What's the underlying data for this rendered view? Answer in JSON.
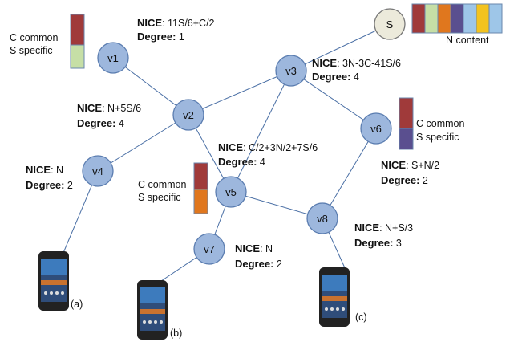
{
  "nodes": {
    "S": "S",
    "v1": "v1",
    "v2": "v2",
    "v3": "v3",
    "v4": "v4",
    "v5": "v5",
    "v6": "v6",
    "v7": "v7",
    "v8": "v8"
  },
  "nice_key": "NICE",
  "degree_key": "Degree:",
  "labels": {
    "v1": {
      "nice": ": 11S/6+C/2",
      "degree": " 1"
    },
    "v2": {
      "nice": ": N+5S/6",
      "degree": " 4"
    },
    "v3": {
      "nice": ": 3N-3C-41S/6",
      "degree": " 4"
    },
    "v4": {
      "nice": ": N",
      "degree": " 2"
    },
    "v5": {
      "nice": ": C/2+3N/2+7S/6",
      "degree": " 4"
    },
    "v6": {
      "nice": ": S+N/2",
      "degree": " 2"
    },
    "v7": {
      "nice": ": N",
      "degree": " 2"
    },
    "v8": {
      "nice": ": N+S/3",
      "degree": " 3"
    }
  },
  "legends": {
    "c_common": "C common",
    "s_specific": "S specific",
    "n_content": "N content"
  },
  "phones": {
    "a": "(a)",
    "b": "(b)",
    "c": "(c)"
  },
  "colors": {
    "c_common": "#a03a3a",
    "v1_specific": "#c6dfa6",
    "v6_specific": "#5a4f8f",
    "v5_specific": "#e0771e",
    "n_content": [
      "#a03a3a",
      "#c6dfa6",
      "#e0771e",
      "#5a4f8f",
      "#9ec6e8",
      "#f3c31f",
      "#9ec6e8"
    ]
  }
}
